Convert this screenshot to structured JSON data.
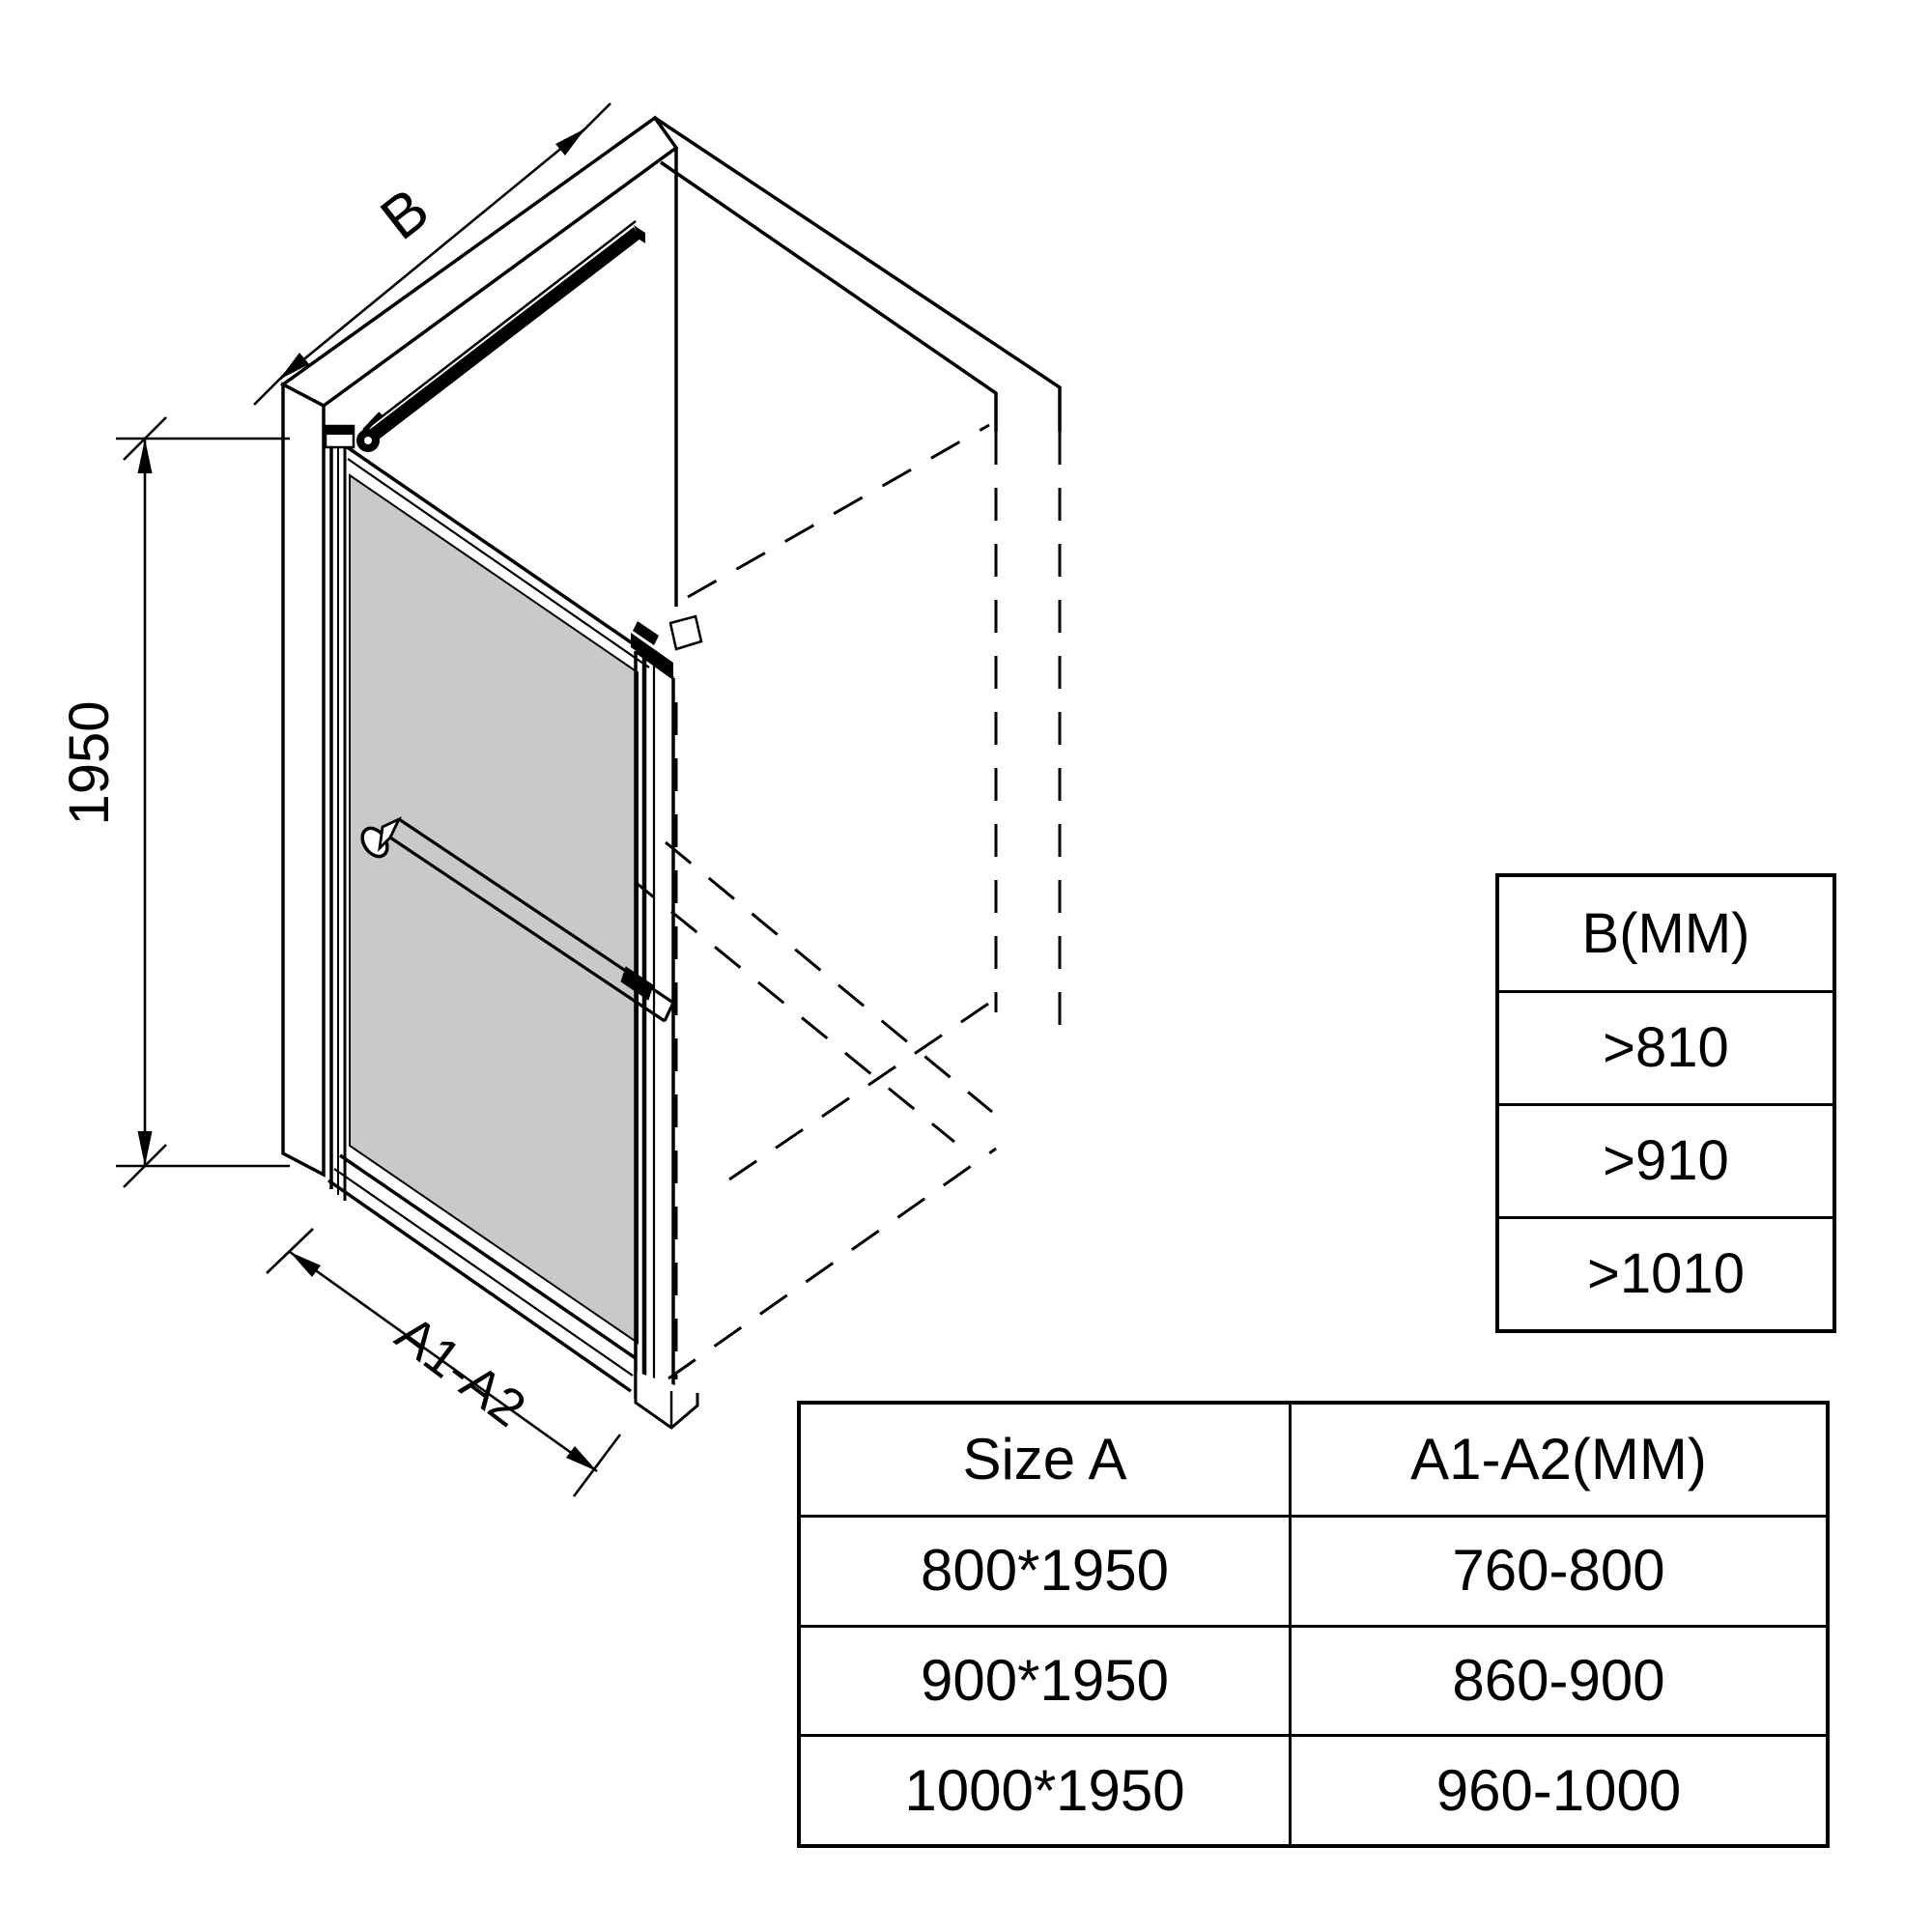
{
  "diagram": {
    "labels": {
      "depth": "B",
      "height": "1950",
      "width": "A1-A2"
    },
    "colors": {
      "glass": "#c9c9c9",
      "line": "#000000"
    }
  },
  "b_table": {
    "header": "B(MM)",
    "rows": [
      ">810",
      ">910",
      ">1010"
    ]
  },
  "size_table": {
    "headers": [
      "Size A",
      "A1-A2(MM)"
    ],
    "rows": [
      [
        "800*1950",
        "760-800"
      ],
      [
        "900*1950",
        "860-900"
      ],
      [
        "1000*1950",
        "960-1000"
      ]
    ]
  }
}
